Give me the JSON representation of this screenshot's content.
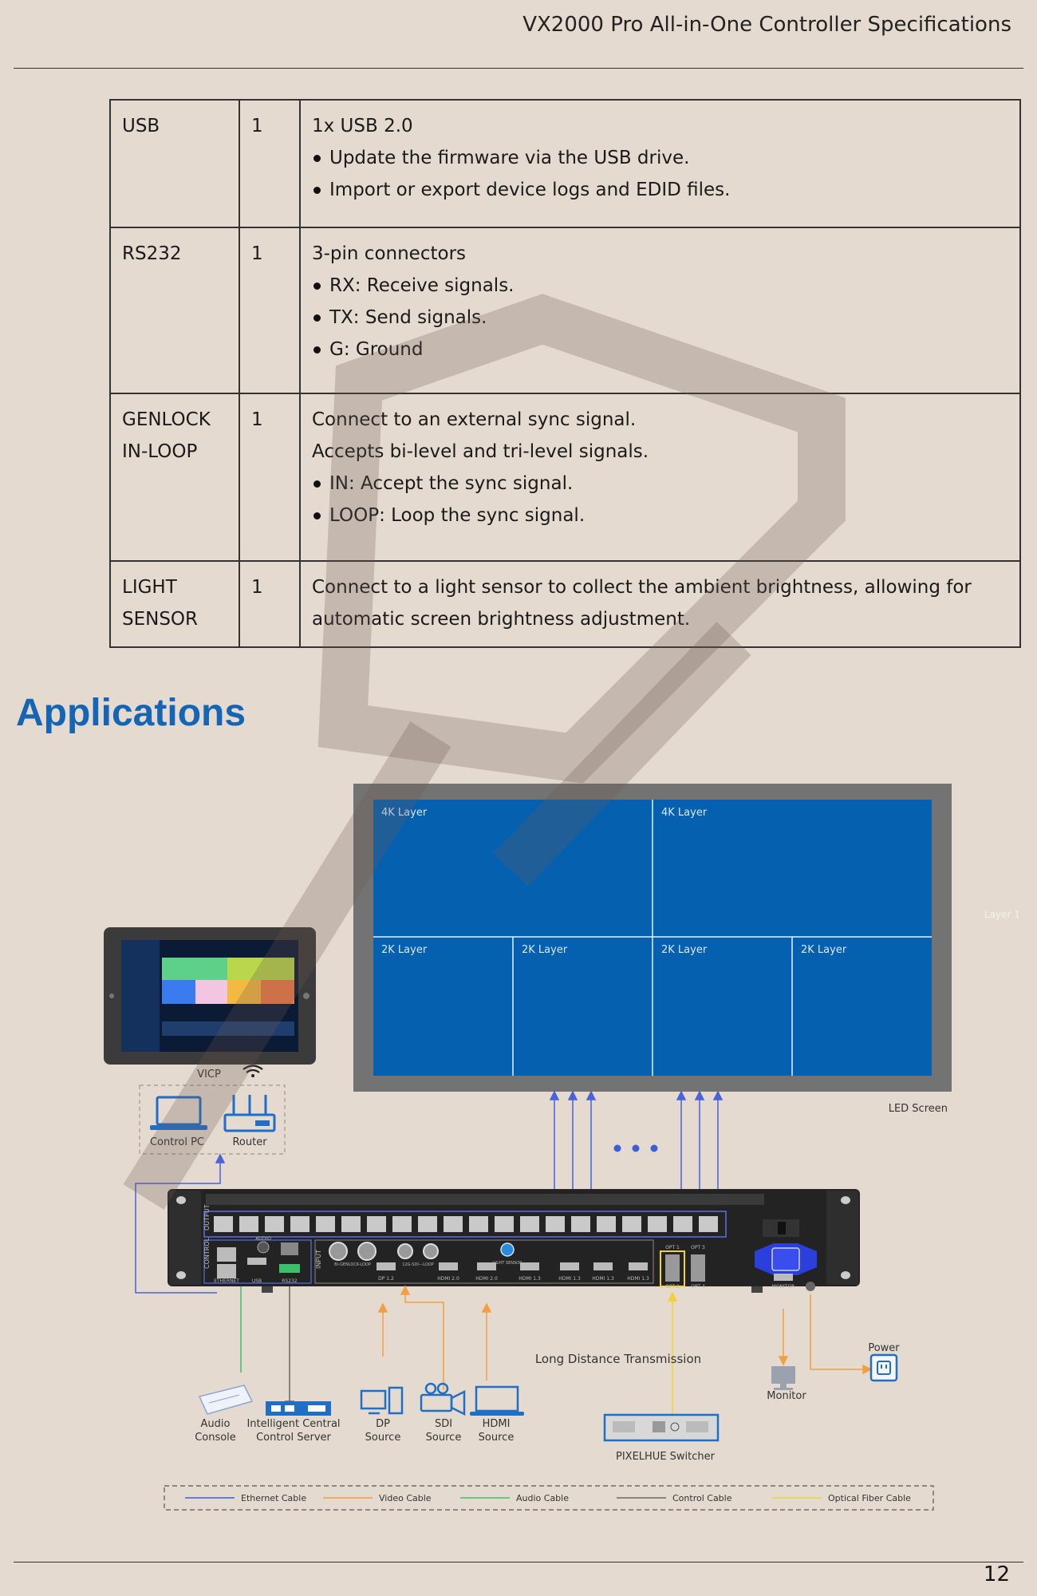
{
  "header": {
    "title": "VX2000 Pro All-in-One Controller Specifications"
  },
  "spec_rows": [
    {
      "name": "USB",
      "qty": "1",
      "lines": [
        {
          "type": "plain",
          "text": "1x USB 2.0"
        },
        {
          "type": "bullet",
          "text": "Update the firmware via the USB drive."
        },
        {
          "type": "bullet",
          "text": "Import or export device logs and EDID files."
        }
      ]
    },
    {
      "name": "RS232",
      "qty": "1",
      "lines": [
        {
          "type": "plain",
          "text": "3-pin connectors"
        },
        {
          "type": "bullet",
          "text": "RX: Receive signals."
        },
        {
          "type": "bullet",
          "text": "TX: Send signals."
        },
        {
          "type": "bullet",
          "text": "G: Ground"
        }
      ]
    },
    {
      "name": "GENLOCK IN-LOOP",
      "qty": "1",
      "lines": [
        {
          "type": "plain",
          "text": "Connect to an external sync signal."
        },
        {
          "type": "plain",
          "text": "Accepts bi-level and tri-level signals."
        },
        {
          "type": "bullet",
          "text": "IN: Accept the sync signal."
        },
        {
          "type": "bullet",
          "text": "LOOP: Loop the sync signal."
        }
      ]
    },
    {
      "name": "LIGHT SENSOR",
      "qty": "1",
      "lines": [
        {
          "type": "plain",
          "text": "Connect to a light sensor to collect the ambient brightness, allowing for automatic screen brightness adjustment."
        }
      ]
    }
  ],
  "section": {
    "title": "Applications"
  },
  "diagram": {
    "layers_top": [
      "4K Layer",
      "4K Layer"
    ],
    "layers_bottom": [
      "2K Layer",
      "2K Layer",
      "2K Layer",
      "2K Layer"
    ],
    "layer_side_label": "Layer 1",
    "screen_label": "LED Screen",
    "vicp_label": "VICP",
    "control_pc_label": "Control PC",
    "router_label": "Router",
    "long_distance_label": "Long Distance Transmission",
    "monitor_label": "Monitor",
    "power_label": "Power",
    "switcher_label": "PIXELHUE Switcher",
    "sources": [
      {
        "label1": "Audio",
        "label2": "Console"
      },
      {
        "label1": "Intelligent Central",
        "label2": "Control Server"
      },
      {
        "label1": "DP",
        "label2": "Source"
      },
      {
        "label1": "SDI",
        "label2": "Source"
      },
      {
        "label1": "HDMI",
        "label2": "Source"
      }
    ],
    "legend": [
      {
        "label": "Ethernet Cable",
        "color": "#3a5fd9"
      },
      {
        "label": "Video Cable",
        "color": "#f0a040"
      },
      {
        "label": "Audio Cable",
        "color": "#3cbf6a"
      },
      {
        "label": "Control Cable",
        "color": "#666666"
      },
      {
        "label": "Optical Fiber Cable",
        "color": "#f2d23a"
      }
    ],
    "panel_labels": {
      "output": "OUTPUT",
      "control": "CONTROL",
      "input": "INPUT",
      "ethernet": "ETHERNET",
      "usb": "USB",
      "rs232": "RS232",
      "audio": "AUDIO",
      "monitor": "MONITOR",
      "opt1": "OPT 1",
      "opt2": "OPT 2",
      "opt3": "OPT 3",
      "opt4": "OPT 4",
      "bi_genlock": "BI-GENLOCK-LOOP",
      "sdi_loop": "12G-SDI---LOOP",
      "light_sensor": "LIGHT SENSOR",
      "inputs": [
        "DP 1.2",
        "HDMI 2.0",
        "HDMI 2.0",
        "HDMI 1.3",
        "HDMI 1.3",
        "HDMI 1.3",
        "HDMI 1.3"
      ]
    }
  },
  "footer": {
    "page_number": "12"
  }
}
